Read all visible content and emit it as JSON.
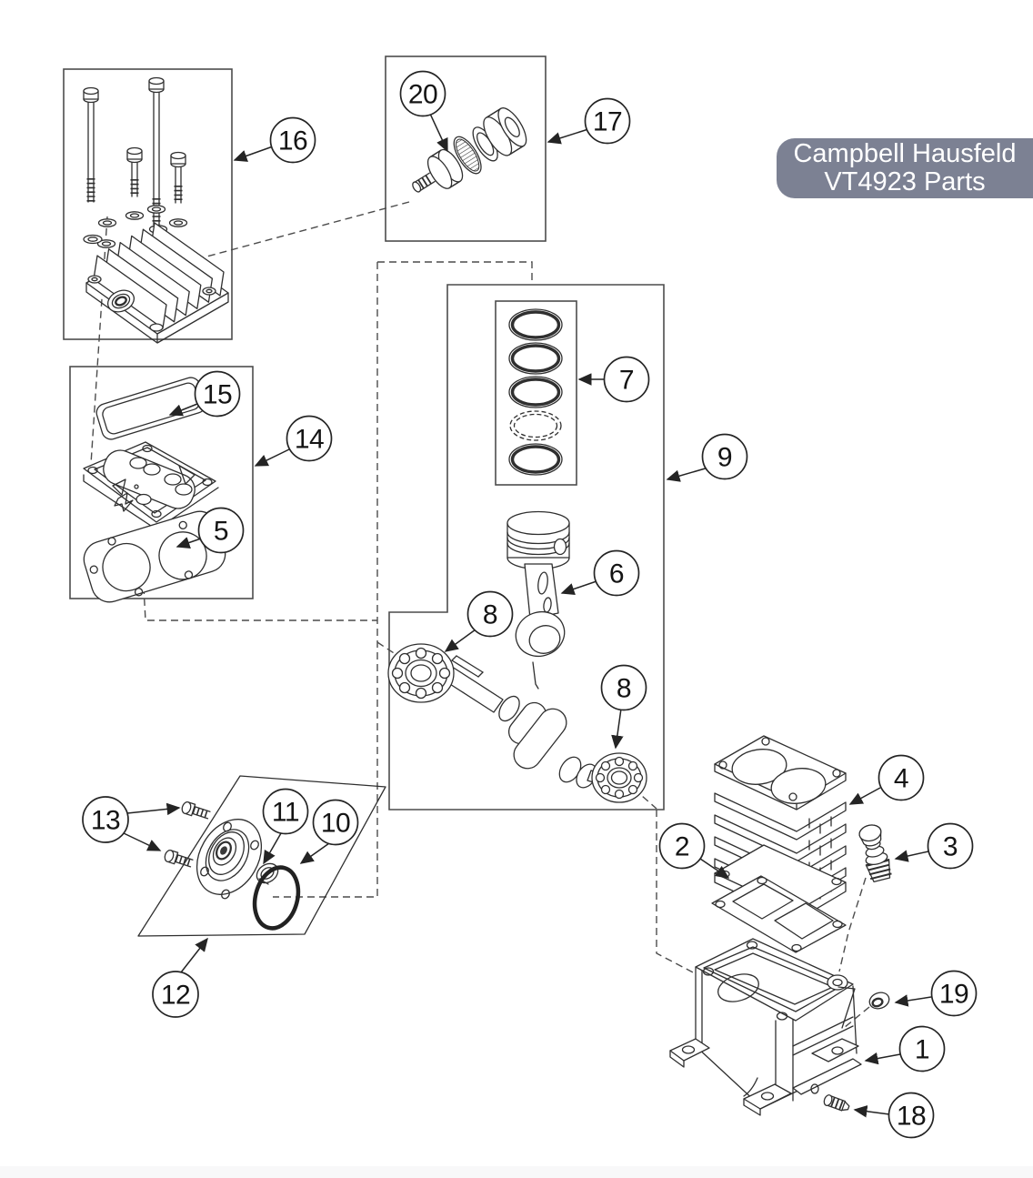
{
  "title_badge": {
    "line1": "Campbell Hausfeld",
    "line2": "VT4923 Parts",
    "bg_color": "#7c8193",
    "text_color": "#ffffff"
  },
  "diagram": {
    "type": "exploded-parts-diagram",
    "line_color": "#2f2f2f",
    "group_box_color": "#4c4c4c",
    "background_color": "#ffffff",
    "footer_strip_color": "#f8f8f9",
    "callouts": [
      {
        "label": "16"
      },
      {
        "label": "20"
      },
      {
        "label": "17"
      },
      {
        "label": "7"
      },
      {
        "label": "9"
      },
      {
        "label": "6"
      },
      {
        "label": "8"
      },
      {
        "label": "8"
      },
      {
        "label": "15"
      },
      {
        "label": "14"
      },
      {
        "label": "5"
      },
      {
        "label": "13"
      },
      {
        "label": "11"
      },
      {
        "label": "10"
      },
      {
        "label": "12"
      },
      {
        "label": "4"
      },
      {
        "label": "2"
      },
      {
        "label": "3"
      },
      {
        "label": "19"
      },
      {
        "label": "1"
      },
      {
        "label": "18"
      }
    ]
  }
}
